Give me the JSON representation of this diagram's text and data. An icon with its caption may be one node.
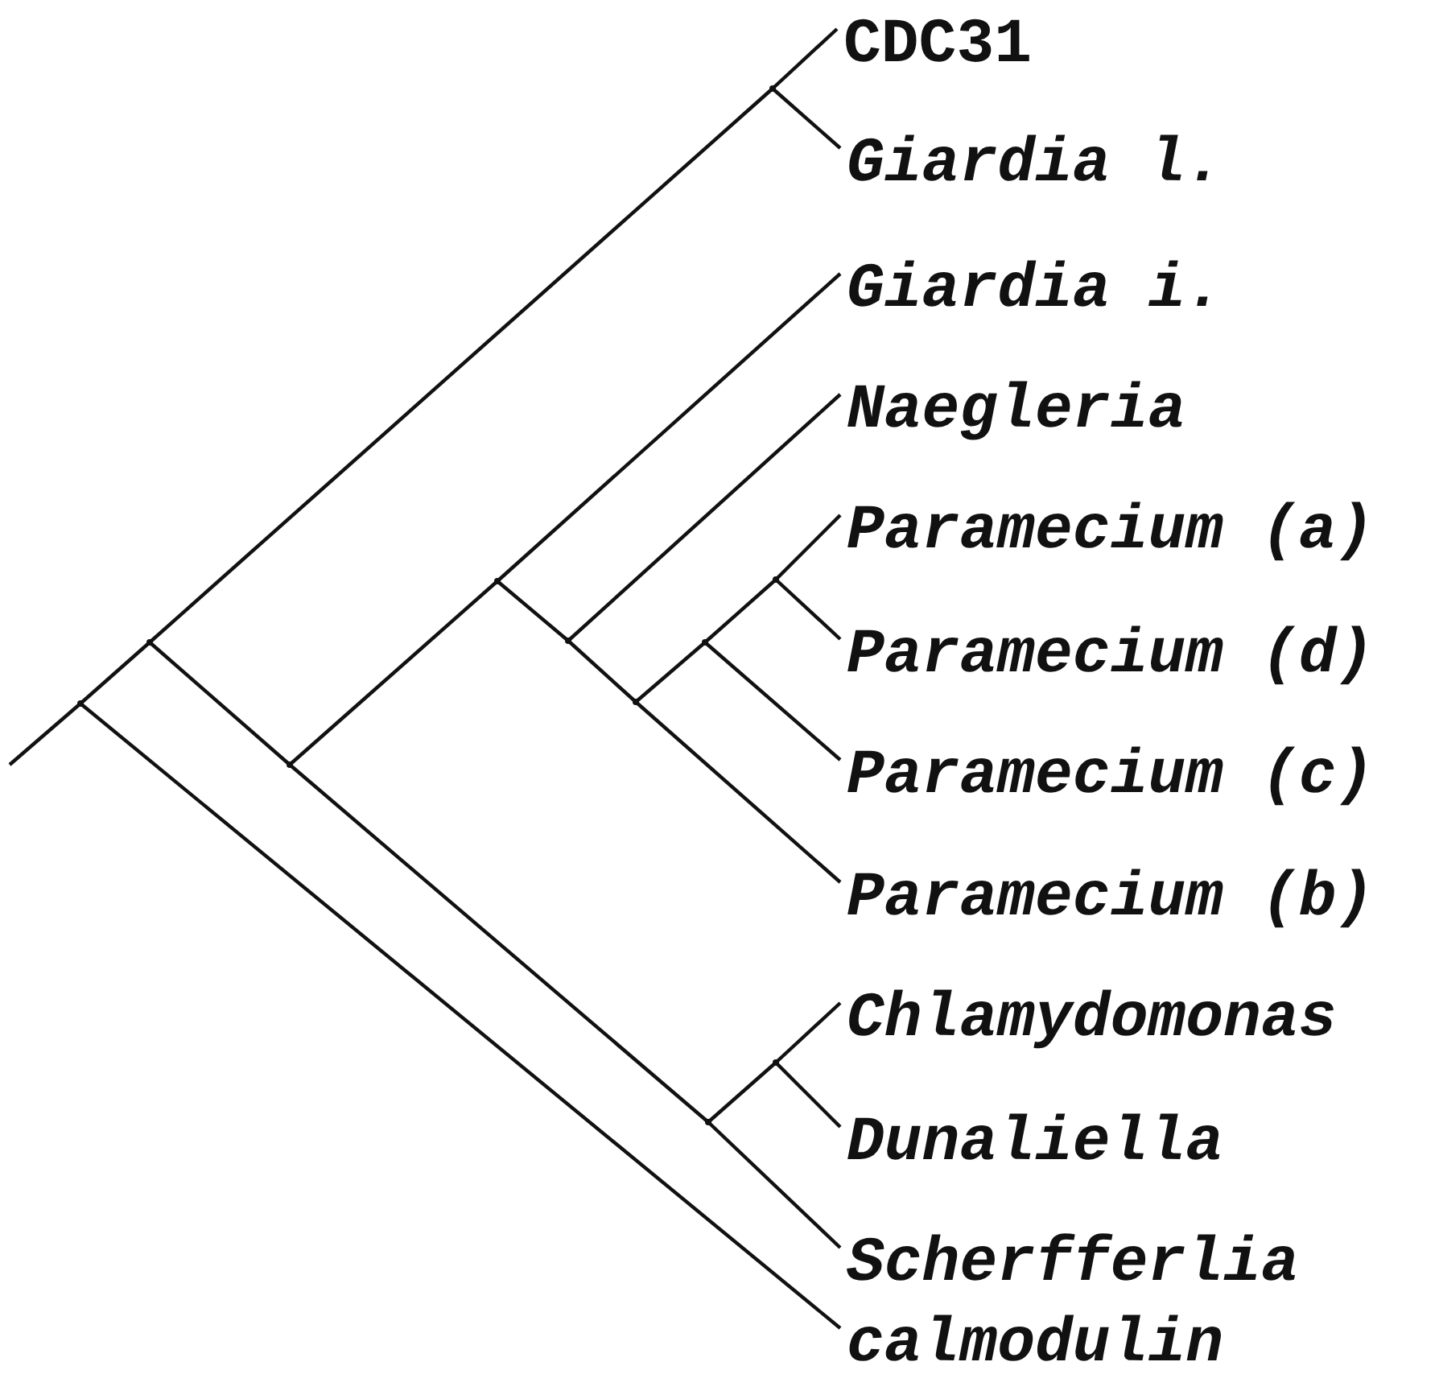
{
  "diagram": {
    "nodes": [
      {
        "text": [
          "CDC31"
        ]
      },
      {
        "text": [
          "Giardia l."
        ]
      },
      {
        "text": [
          "Giardia i."
        ]
      },
      {
        "text": [
          "Naegleria"
        ]
      },
      {
        "text": [
          "Paramecium (a)"
        ]
      },
      {
        "text": [
          "Paramecium (d)"
        ]
      },
      {
        "text": [
          "Paramecium (c)"
        ]
      },
      {
        "text": [
          "Paramecium (b)"
        ]
      },
      {
        "text": [
          "Chlamydomonas"
        ]
      },
      {
        "text": [
          "Dunaliella"
        ]
      },
      {
        "text": [
          "Scherfferlia"
        ]
      },
      {
        "text": [
          "calmodulin"
        ]
      },
      {
        "text": [],
        "shape": "point"
      },
      {
        "text": [],
        "shape": "point"
      },
      {
        "text": [],
        "shape": "point"
      },
      {
        "text": [],
        "shape": "point"
      },
      {
        "text": [],
        "shape": "point"
      },
      {
        "text": [],
        "shape": "point"
      },
      {
        "text": [],
        "shape": "point"
      },
      {
        "text": [],
        "shape": "point"
      },
      {
        "text": [],
        "shape": "point"
      },
      {
        "text": [],
        "shape": "point"
      },
      {
        "text": [],
        "shape": "point"
      }
    ],
    "edges": [
      {
        "from": null,
        "to": 12,
        "arrow": "none"
      },
      {
        "from": 12,
        "to": 13,
        "arrow": "none"
      },
      {
        "from": 12,
        "to": 11,
        "arrow": "none"
      },
      {
        "from": 13,
        "to": 14,
        "arrow": "none"
      },
      {
        "from": 13,
        "to": 15,
        "arrow": "none"
      },
      {
        "from": 14,
        "to": 0,
        "arrow": "none"
      },
      {
        "from": 14,
        "to": 1,
        "arrow": "none"
      },
      {
        "from": 15,
        "to": 16,
        "arrow": "none"
      },
      {
        "from": 15,
        "to": 21,
        "arrow": "none"
      },
      {
        "from": 16,
        "to": 2,
        "arrow": "none"
      },
      {
        "from": 16,
        "to": 17,
        "arrow": "none"
      },
      {
        "from": 17,
        "to": 3,
        "arrow": "none"
      },
      {
        "from": 17,
        "to": 18,
        "arrow": "none"
      },
      {
        "from": 18,
        "to": 19,
        "arrow": "none"
      },
      {
        "from": 18,
        "to": 7,
        "arrow": "none"
      },
      {
        "from": 19,
        "to": 20,
        "arrow": "none"
      },
      {
        "from": 19,
        "to": 6,
        "arrow": "none"
      },
      {
        "from": 20,
        "to": 4,
        "arrow": "none"
      },
      {
        "from": 20,
        "to": 5,
        "arrow": "none"
      },
      {
        "from": 21,
        "to": 22,
        "arrow": "none"
      },
      {
        "from": 21,
        "to": 10,
        "arrow": "none"
      },
      {
        "from": 22,
        "to": 8,
        "arrow": "none"
      },
      {
        "from": 22,
        "to": 9,
        "arrow": "none"
      }
    ]
  }
}
